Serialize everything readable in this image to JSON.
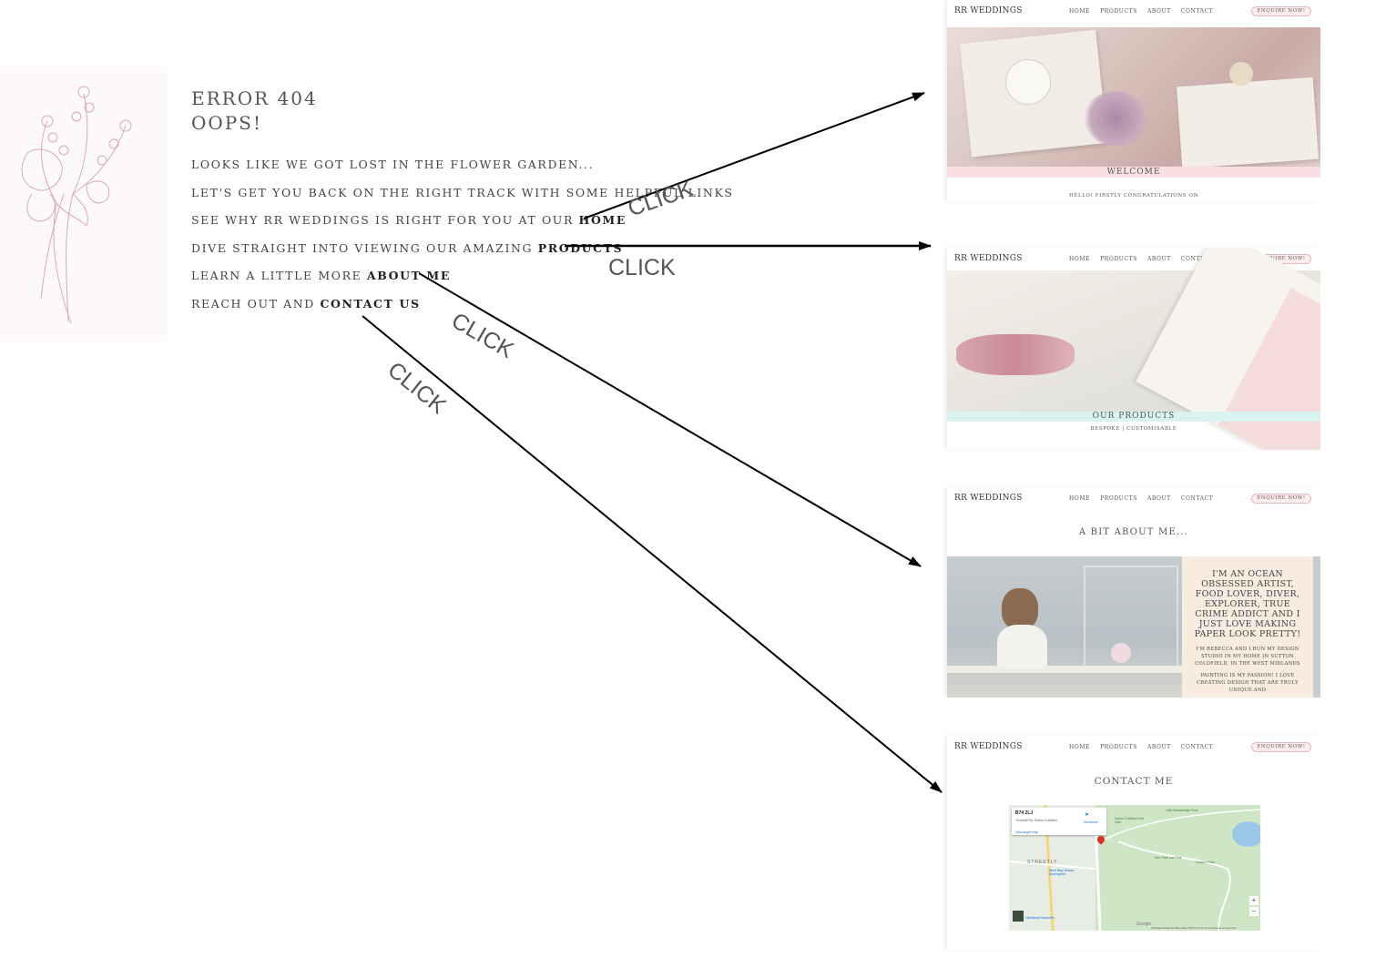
{
  "error_page": {
    "title_line1": "ERROR 404",
    "title_line2": "OOPS!",
    "lines": [
      {
        "text": "LOOKS LIKE WE GOT LOST IN THE FLOWER GARDEN...",
        "link": ""
      },
      {
        "text": "LET'S GET YOU BACK ON THE RIGHT TRACK WITH SOME HELPFUL LINKS",
        "link": ""
      },
      {
        "text": "SEE WHY RR WEDDINGS IS RIGHT FOR YOU AT OUR ",
        "link": "HOME"
      },
      {
        "text": "DIVE STRAIGHT INTO VIEWING OUR AMAZING ",
        "link": "PRODUCTS"
      },
      {
        "text": "LEARN A LITTLE MORE ",
        "link": "ABOUT ME"
      },
      {
        "text": "REACH OUT AND ",
        "link": "CONTACT US"
      }
    ]
  },
  "arrow_label": "CLICK",
  "site_nav": {
    "brand": "RR WEDDINGS",
    "items": [
      "HOME",
      "PRODUCTS",
      "ABOUT",
      "CONTACT"
    ],
    "cta": "ENQUIRE NOW!"
  },
  "home_page": {
    "banner": "WELCOME",
    "intro": "HELLO! FIRSTLY CONGRATULATIONS ON"
  },
  "products_page": {
    "banner": "OUR PRODUCTS",
    "subtitle": "BESPOKE | CUSTOMISABLE"
  },
  "about_page": {
    "heading": "A BIT ABOUT ME...",
    "intro": "I'M AN OCEAN OBSESSED ARTIST, FOOD LOVER, DIVER, EXPLORER, TRUE CRIME ADDICT AND I JUST LOVE MAKING PAPER LOOK PRETTY!",
    "bio": "I'M REBECCA AND I RUN MY DESIGN STUDIO IN MY HOME IN SUTTON COLDFIELD, IN THE WEST MIDLANDS",
    "passion": "PAINTING IS MY PASSION! I LOVE CREATING DESIGN THAT ARE TRULY UNIQUE AND"
  },
  "contact_page": {
    "heading": "CONTACT ME",
    "map": {
      "postcode": "B74 2LJ",
      "address": "Thornhill Rd, Sutton Coldfield",
      "directions": "Directions",
      "larger_map": "View larger map",
      "places": [
        "Sutton Coldfield Golf Club",
        "Little Bracebridge Pool",
        "Kerr Park Car Park",
        "Keeper Photo",
        "STREETLY",
        "West Way Nissan Birmingham",
        "Hamstead Nurseries"
      ],
      "footer": [
        "Keyboard shortcuts",
        "Map data ©2021",
        "Terms of Use",
        "Report a map error"
      ]
    }
  }
}
